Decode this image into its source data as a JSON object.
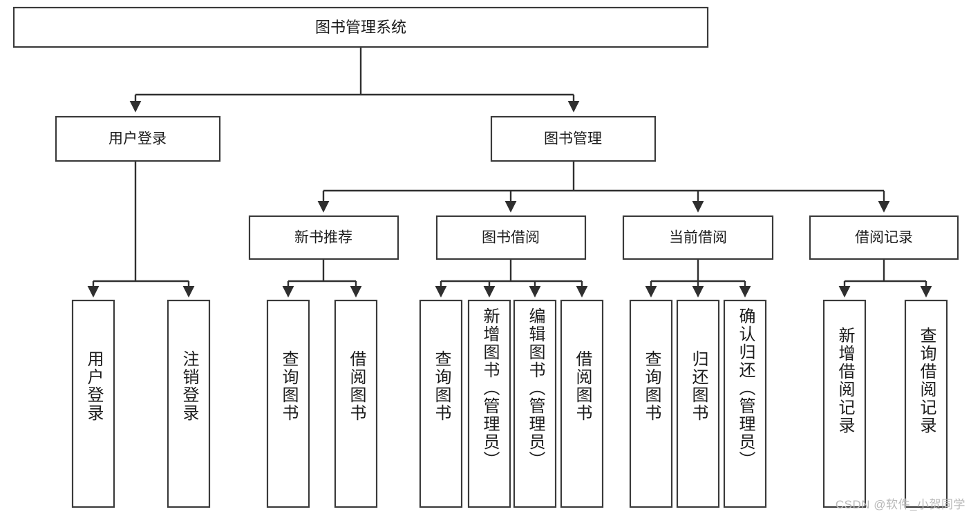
{
  "diagram": {
    "title": "图书管理系统",
    "watermark": "CSDN @软件_小贺同学",
    "colors": {
      "box_stroke": "#3a3a3a",
      "edge": "#2f2f2f",
      "box_fill": "#ffffff",
      "text": "#1c1c1c",
      "watermark": "#b9b9b9",
      "background": "#ffffff"
    },
    "root": {
      "label": "图书管理系统"
    },
    "level2": [
      {
        "label": "用户登录"
      },
      {
        "label": "图书管理"
      }
    ],
    "level3": [
      {
        "label": "新书推荐"
      },
      {
        "label": "图书借阅"
      },
      {
        "label": "当前借阅"
      },
      {
        "label": "借阅记录"
      }
    ],
    "leaves": {
      "user_login": [
        {
          "label": "用户登录"
        },
        {
          "label": "注销登录"
        }
      ],
      "new_book_recommend": [
        {
          "label": "查询图书"
        },
        {
          "label": "借阅图书"
        }
      ],
      "book_borrow": [
        {
          "label": "查询图书"
        },
        {
          "label": "新增图书（管理员）"
        },
        {
          "label": "编辑图书（管理员）"
        },
        {
          "label": "借阅图书"
        }
      ],
      "current_borrow": [
        {
          "label": "查询图书"
        },
        {
          "label": "归还图书"
        },
        {
          "label": "确认归还（管理员）"
        }
      ],
      "borrow_record": [
        {
          "label": "新增借阅记录"
        },
        {
          "label": "查询借阅记录"
        }
      ]
    }
  }
}
